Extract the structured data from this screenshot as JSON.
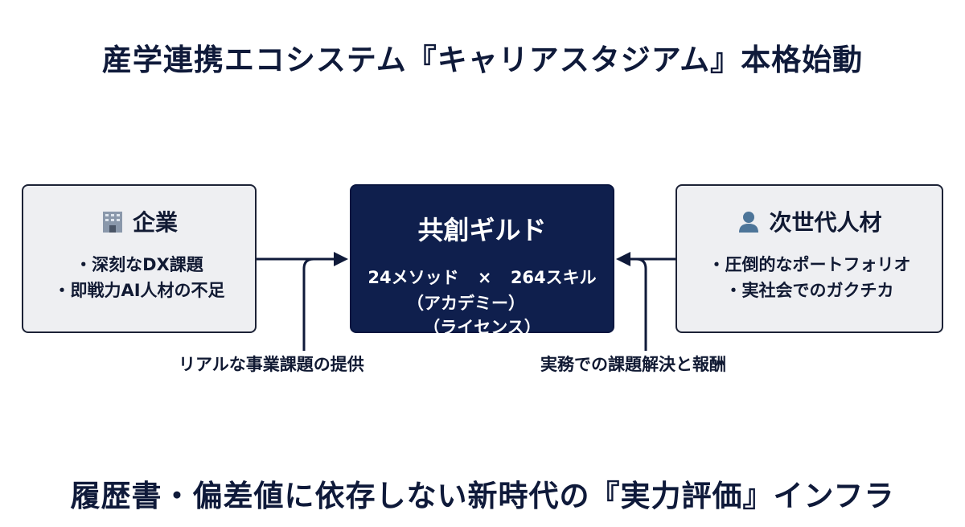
{
  "title": "産学連携エコシステム『キャリアスタジアム』本格始動",
  "left_box": {
    "icon": "building-icon",
    "heading": "企業",
    "items": [
      "・深刻なDX課題",
      "・即戦力AI人材の不足"
    ]
  },
  "center_box": {
    "heading": "共創ギルド",
    "methods": "24メソッド",
    "times": "×",
    "skills": "264スキル",
    "methods_sub": "（アカデミー）",
    "skills_sub": "（ライセンス）"
  },
  "right_box": {
    "icon": "person-icon",
    "heading": "次世代人材",
    "items": [
      "・圧倒的なポートフォリオ",
      "・実社会でのガクチカ"
    ]
  },
  "left_flow_label": "リアルな事業課題の提供",
  "right_flow_label": "実務での課題解決と報酬",
  "footer": "履歴書・偏差値に依存しない新時代の『実力評価』インフラ",
  "colors": {
    "navy": "#0f1f4d",
    "box_bg": "#eeeff2",
    "text": "#0f1a3a"
  }
}
